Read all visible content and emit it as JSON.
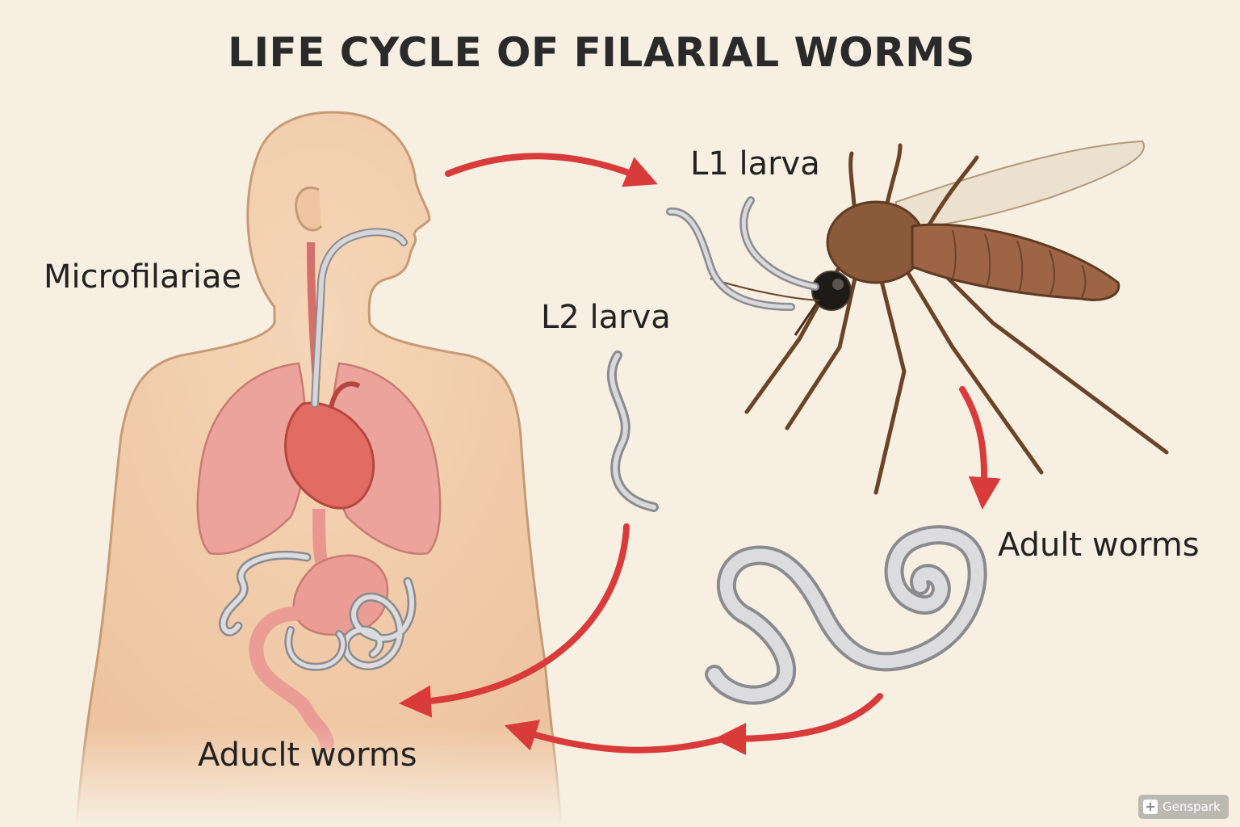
{
  "title": "LIFE CYCLE OF FILARIAL WORMS",
  "labels": {
    "microfilariae": "Microfilariae",
    "l1_larva": "L1 larva",
    "l2_larva": "L2 larva",
    "adult_worms_right": "Adult worms",
    "adult_worms_left": "Aduclt worms"
  },
  "watermark": {
    "text": "Genspark",
    "logo": "genspark-logo-icon"
  },
  "colors": {
    "background": "#f7efe2",
    "arrow": "#d93a3a",
    "skin": "#f0c9a6",
    "skin_outline": "#c69a76",
    "organ": "#e88a86",
    "worm": "#c9c9cc",
    "mosquito": "#8a5a3a"
  }
}
